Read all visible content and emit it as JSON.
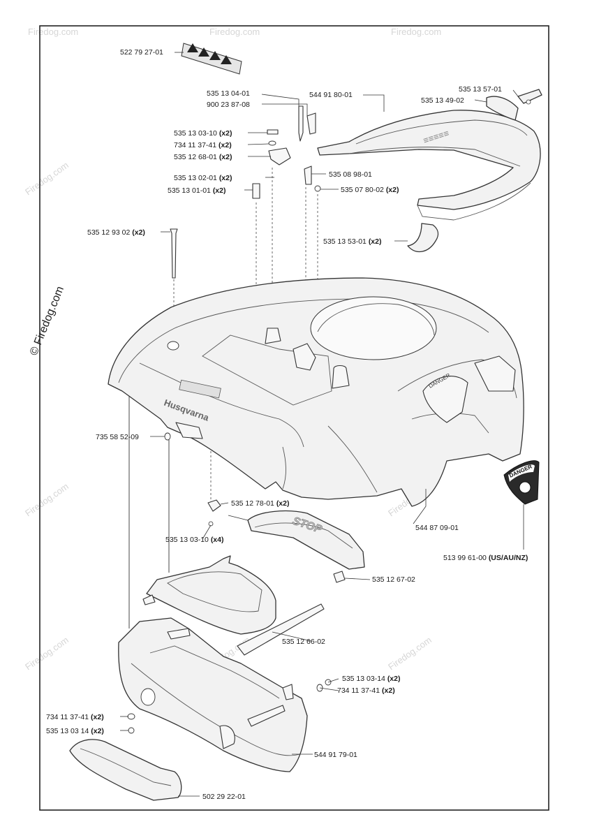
{
  "watermark": {
    "brand_text": "Firedog.com",
    "corner_text": "© Firedog.com"
  },
  "parts": [
    {
      "id": "p01",
      "number": "522 79 27-01",
      "qty": ""
    },
    {
      "id": "p02",
      "number": "535 13 04-01",
      "qty": ""
    },
    {
      "id": "p03",
      "number": "900 23 87-08",
      "qty": ""
    },
    {
      "id": "p04",
      "number": "544 91 80-01",
      "qty": ""
    },
    {
      "id": "p05",
      "number": "535 13 57-01",
      "qty": ""
    },
    {
      "id": "p06",
      "number": "535 13 49-02",
      "qty": ""
    },
    {
      "id": "p07",
      "number": "535 13 03-10",
      "qty": "(x2)"
    },
    {
      "id": "p08",
      "number": "734 11 37-41",
      "qty": "(x2)"
    },
    {
      "id": "p09",
      "number": "535 12 68-01",
      "qty": "(x2)"
    },
    {
      "id": "p10",
      "number": "535 13 02-01",
      "qty": "(x2)"
    },
    {
      "id": "p11",
      "number": "535 08 98-01",
      "qty": ""
    },
    {
      "id": "p12",
      "number": "535 13 01-01",
      "qty": "(x2)"
    },
    {
      "id": "p13",
      "number": "535 07 80-02",
      "qty": "(x2)"
    },
    {
      "id": "p14",
      "number": "535 12 93 02",
      "qty": "(x2)"
    },
    {
      "id": "p15",
      "number": "535 13 53-01",
      "qty": "(x2)"
    },
    {
      "id": "p16",
      "number": "735 58 52-09",
      "qty": ""
    },
    {
      "id": "p17",
      "number": "544 87 09-01",
      "qty": ""
    },
    {
      "id": "p18",
      "number": "513 99 61-00",
      "qty": "(US/AU/NZ)"
    },
    {
      "id": "p19",
      "number": "535 12 78-01",
      "qty": "(x2)"
    },
    {
      "id": "p20",
      "number": "535 13 03-10",
      "qty": "(x4)"
    },
    {
      "id": "p21",
      "number": "535 12 67-02",
      "qty": ""
    },
    {
      "id": "p22",
      "number": "535 12 66-02",
      "qty": ""
    },
    {
      "id": "p23",
      "number": "535 13 03-14",
      "qty": "(x2)"
    },
    {
      "id": "p24",
      "number": "734 11 37-41",
      "qty": "(x2)"
    },
    {
      "id": "p25",
      "number": "734 11 37-41",
      "qty": "(x2)"
    },
    {
      "id": "p26",
      "number": "535 13 03 14",
      "qty": "(x2)"
    },
    {
      "id": "p27",
      "number": "544 91 79-01",
      "qty": ""
    },
    {
      "id": "p28",
      "number": "502 29 22-01",
      "qty": ""
    }
  ],
  "decals": {
    "brand": "Husqvarna",
    "stop": "STOP",
    "danger": "DANGER"
  }
}
